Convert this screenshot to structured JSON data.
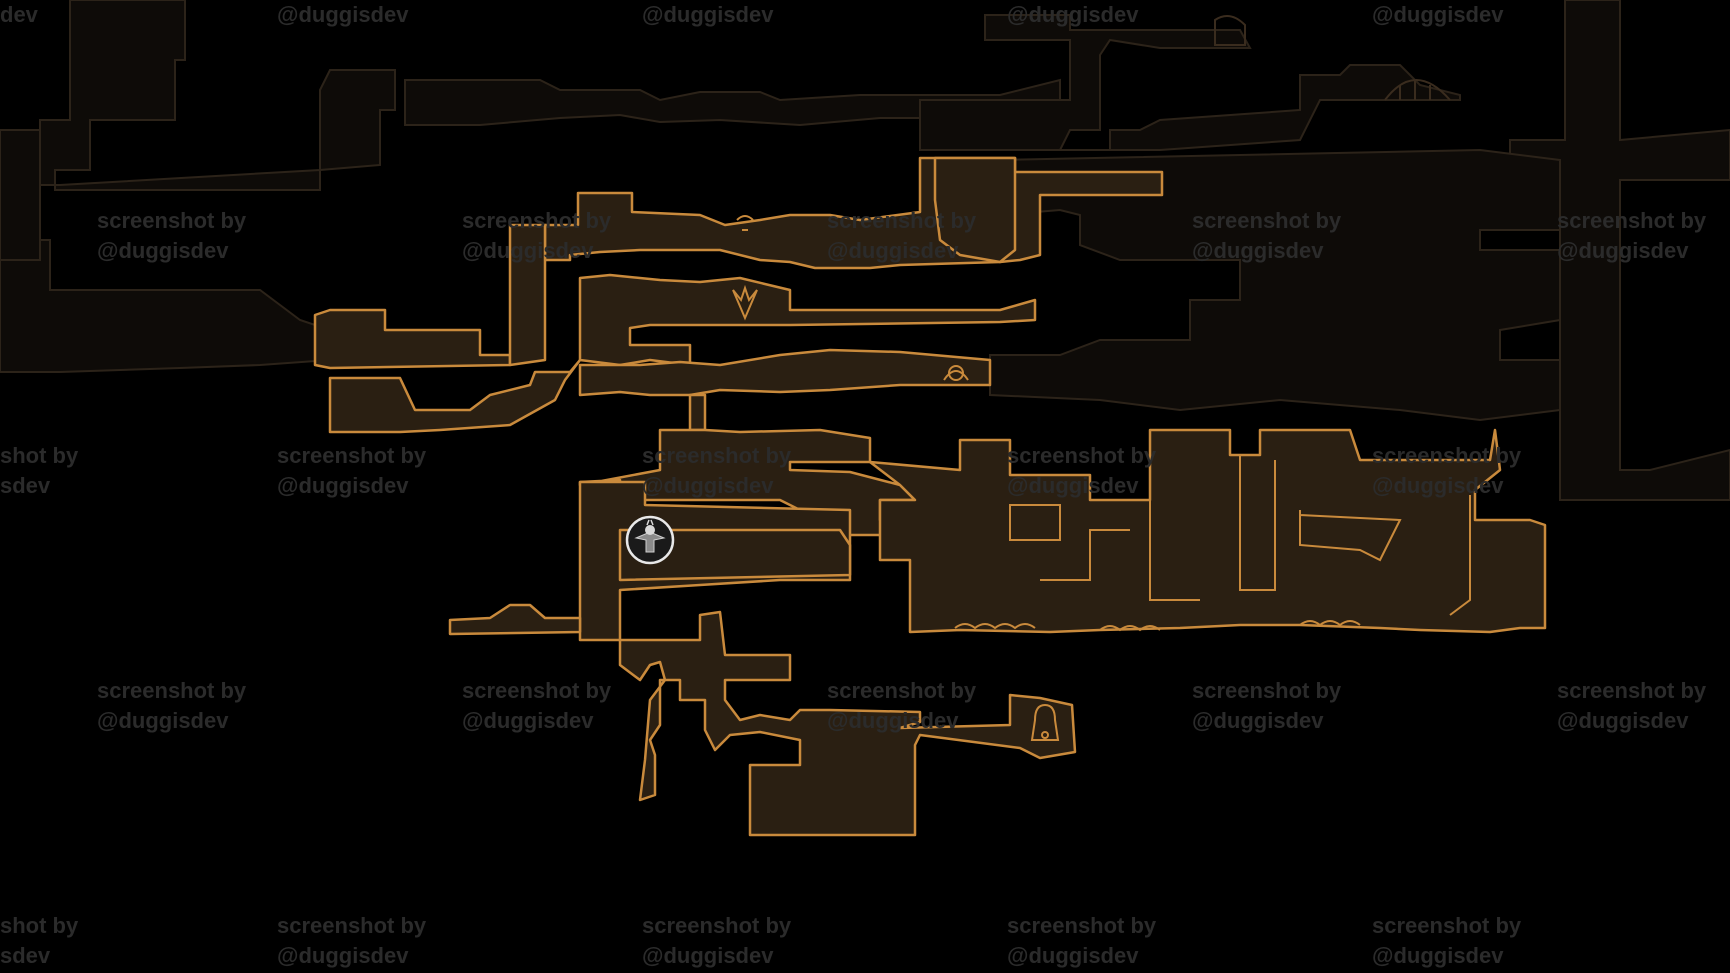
{
  "watermark": {
    "line1": "screenshot by",
    "line2": "@duggisdev",
    "handle_only": "@duggisdev",
    "partial_line1": "shot by",
    "partial_line2": "sdev",
    "partial_handle": "dev"
  },
  "map": {
    "current_area_color": "#c98a3c",
    "current_area_fill": "#2a1f12",
    "other_area_color": "#2c2319",
    "other_area_fill": "#0d0b09",
    "player_marker_icon": "knight-marker-icon",
    "landmark_icons": [
      "bench-icon",
      "lever-icon",
      "grub-icon",
      "bell-icon",
      "dome-icon",
      "thorn-icon"
    ]
  },
  "colors": {
    "background": "#000000",
    "watermark": "#2b2b2b"
  }
}
